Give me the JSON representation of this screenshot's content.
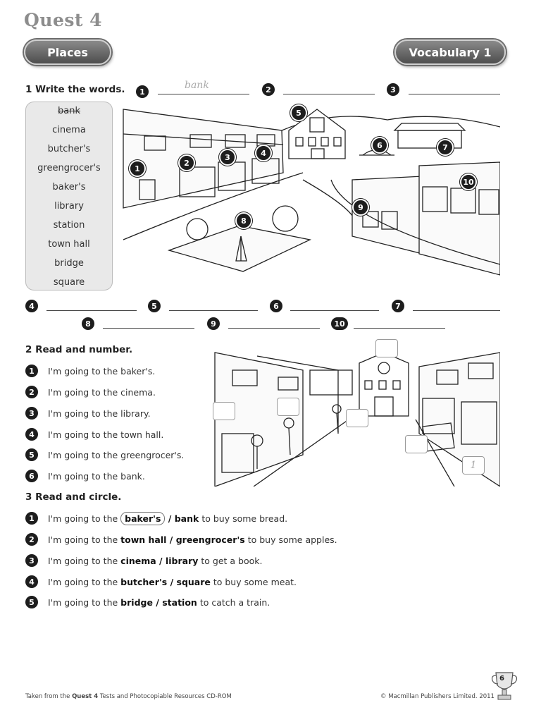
{
  "header": {
    "quest_title": "Quest 4",
    "places_label": "Places",
    "vocab_label": "Vocabulary 1"
  },
  "ex1": {
    "title": "1  Write the words.",
    "example_answer": "bank",
    "word_list": [
      "bank",
      "cinema",
      "butcher's",
      "greengrocer's",
      "baker's",
      "library",
      "station",
      "town hall",
      "bridge",
      "square"
    ],
    "numbers": [
      "1",
      "2",
      "3",
      "4",
      "5",
      "6",
      "7",
      "8",
      "9",
      "10"
    ]
  },
  "ex2": {
    "title": "2  Read and number.",
    "sentences": [
      "I'm going to the baker's.",
      "I'm going to the cinema.",
      "I'm going to the library.",
      "I'm going to the town hall.",
      "I'm going to the greengrocer's.",
      "I'm going to the bank."
    ],
    "example_box_answer": "1"
  },
  "ex3": {
    "title": "3  Read and circle.",
    "items": [
      {
        "pre": "I'm going to the ",
        "opt1": "baker's",
        "sep": " / ",
        "opt2": "bank",
        "post": " to buy some bread."
      },
      {
        "pre": "I'm going to the ",
        "opt1": "town hall",
        "sep": " / ",
        "opt2": "greengrocer's",
        "post": " to buy some apples."
      },
      {
        "pre": "I'm going to the ",
        "opt1": "cinema",
        "sep": " / ",
        "opt2": "library",
        "post": " to get a book."
      },
      {
        "pre": "I'm going to the ",
        "opt1": "butcher's",
        "sep": " / ",
        "opt2": "square",
        "post": " to buy some meat."
      },
      {
        "pre": "I'm going to the ",
        "opt1": "bridge",
        "sep": " / ",
        "opt2": "station",
        "post": " to catch a train."
      }
    ]
  },
  "footer": {
    "left_pre": "Taken from the ",
    "left_bold": "Quest 4",
    "left_post": " Tests and Photocopiable Resources CD-ROM",
    "right": "© Macmillan Publishers Limited. 2011",
    "page_number": "6"
  }
}
